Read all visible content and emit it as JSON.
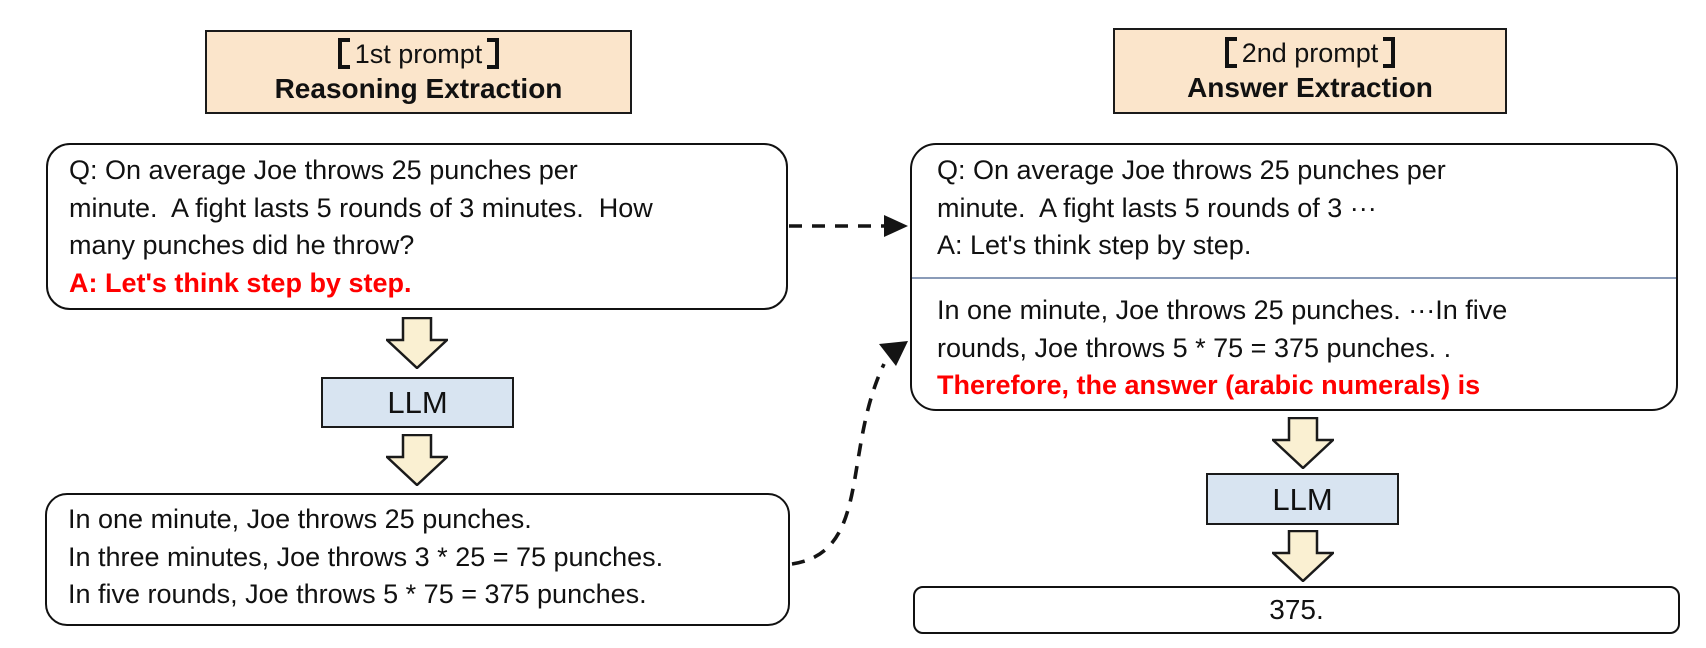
{
  "colors": {
    "header_fill": "#FBE5CB",
    "llm_fill": "#D8E4F1",
    "arrow_fill": "#FAF0D2",
    "highlight_red": "#FF0000",
    "divider": "#8A9BB8"
  },
  "left": {
    "header": {
      "tag": "1st prompt",
      "title": "Reasoning Extraction"
    },
    "question_box": {
      "lines": [
        "Q: On average Joe throws 25 punches per",
        "minute.  A fight lasts 5 rounds of 3 minutes.  How",
        "many punches did he throw?"
      ],
      "highlight": "A: Let's think step by step."
    },
    "llm_label": "LLM",
    "output_box": {
      "lines": [
        "In one minute, Joe throws 25 punches.",
        "In three minutes, Joe throws 3 * 25 = 75 punches.",
        "In five rounds, Joe throws 5 * 75 = 375 punches."
      ]
    }
  },
  "right": {
    "header": {
      "tag": "2nd prompt",
      "title": "Answer Extraction"
    },
    "prompt_box": {
      "question_lines": [
        "Q: On average Joe throws 25 punches per",
        "minute.  A fight lasts 5 rounds of 3 ···",
        "A: Let's think step by step."
      ],
      "reasoning_lines": [
        "In one minute, Joe throws 25 punches. ···In five",
        "rounds, Joe throws 5 * 75 = 375 punches. ."
      ],
      "highlight": "Therefore, the answer (arabic numerals) is"
    },
    "llm_label": "LLM",
    "answer_box": {
      "value": "375."
    }
  }
}
